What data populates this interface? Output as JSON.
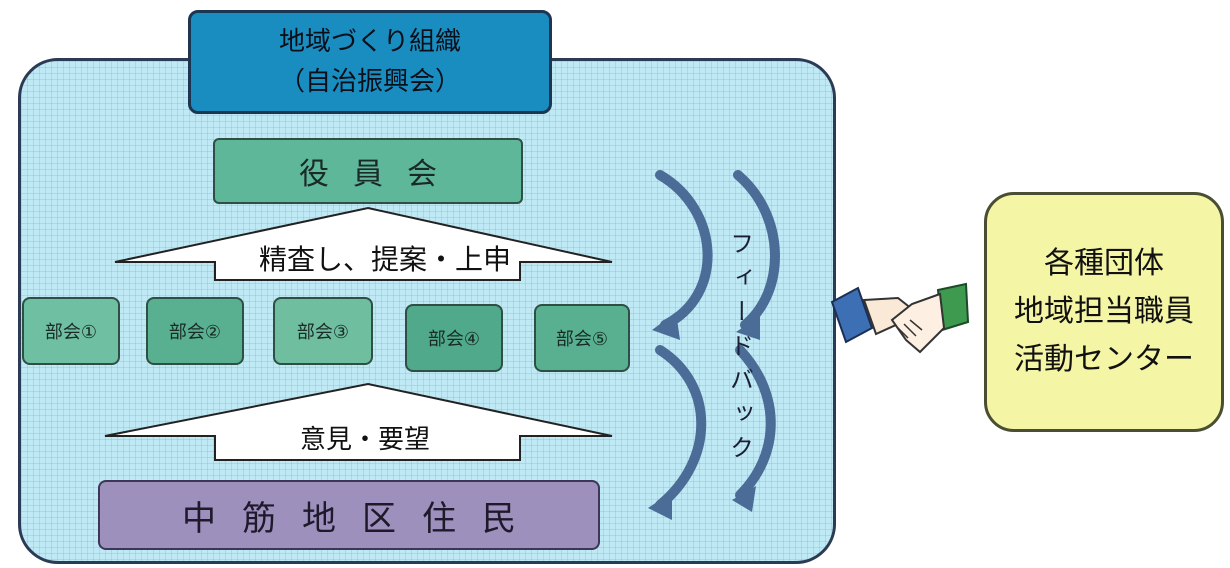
{
  "organization": {
    "title_line1": "地域づくり組織",
    "title_line2": "（自治振興会）"
  },
  "board": {
    "label": "役員会"
  },
  "arrows": {
    "proposal_label": "精査し、提案・上申",
    "opinion_label": "意見・要望",
    "feedback_label": "フィードバック"
  },
  "departments": [
    {
      "label": "部会①"
    },
    {
      "label": "部会②"
    },
    {
      "label": "部会③"
    },
    {
      "label": "部会④"
    },
    {
      "label": "部会⑤"
    }
  ],
  "residents": {
    "label": "中筋地区住民"
  },
  "partners": {
    "line1": "各種団体",
    "line2": "地域担当職員",
    "line3": "活動センター"
  },
  "icons": {
    "handshake": "handshake-icon"
  },
  "colors": {
    "frame_fill": "#bfe9f5",
    "title_fill": "#1a8dc0",
    "board_fill": "#5fb79a",
    "residents_fill": "#9e90bd",
    "partner_fill": "#f5f5a6",
    "feedback_arrow": "#4a6c96"
  }
}
